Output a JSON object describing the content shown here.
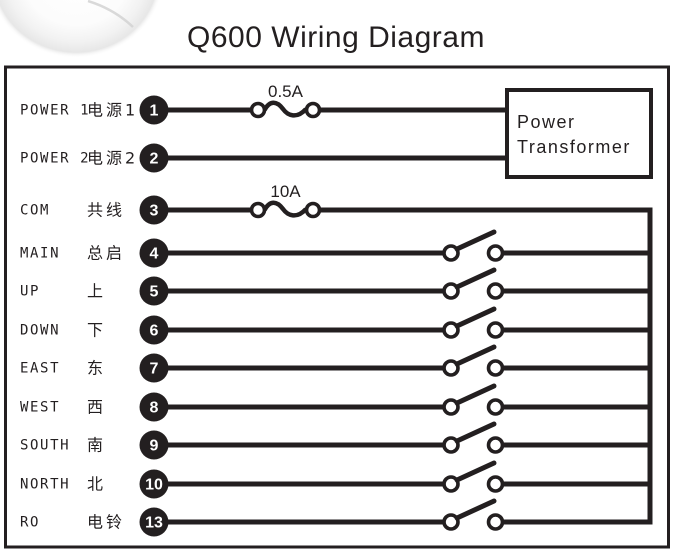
{
  "page": {
    "title": "Q600 Wiring Diagram"
  },
  "diagram": {
    "colors": {
      "ink": "#231f20",
      "background": "#ffffff"
    },
    "transformer_box": {
      "line1": "Power",
      "line2": "Transformer"
    },
    "fuses": {
      "power1_rating": "0.5A",
      "com_rating": "10A"
    },
    "rows": [
      {
        "en": "POWER 1",
        "zh": "电源1",
        "num": "1",
        "type": "fuse",
        "fuse_rating": "0.5A",
        "dest": "power-transformer"
      },
      {
        "en": "POWER 2",
        "zh": "电源2",
        "num": "2",
        "type": "plain",
        "dest": "power-transformer"
      },
      {
        "en": "COM",
        "zh": "共线",
        "num": "3",
        "type": "fuse",
        "fuse_rating": "10A",
        "dest": "common-bus"
      },
      {
        "en": "MAIN",
        "zh": "总启",
        "num": "4",
        "type": "switch",
        "dest": "common-bus"
      },
      {
        "en": "UP",
        "zh": "上",
        "num": "5",
        "type": "switch",
        "dest": "common-bus"
      },
      {
        "en": "DOWN",
        "zh": "下",
        "num": "6",
        "type": "switch",
        "dest": "common-bus"
      },
      {
        "en": "EAST",
        "zh": "东",
        "num": "7",
        "type": "switch",
        "dest": "common-bus"
      },
      {
        "en": "WEST",
        "zh": "西",
        "num": "8",
        "type": "switch",
        "dest": "common-bus"
      },
      {
        "en": "SOUTH",
        "zh": "南",
        "num": "9",
        "type": "switch",
        "dest": "common-bus"
      },
      {
        "en": "NORTH",
        "zh": "北",
        "num": "10",
        "type": "switch",
        "dest": "common-bus"
      },
      {
        "en": "RO",
        "zh": "电铃",
        "num": "13",
        "type": "switch",
        "dest": "common-bus"
      }
    ]
  }
}
